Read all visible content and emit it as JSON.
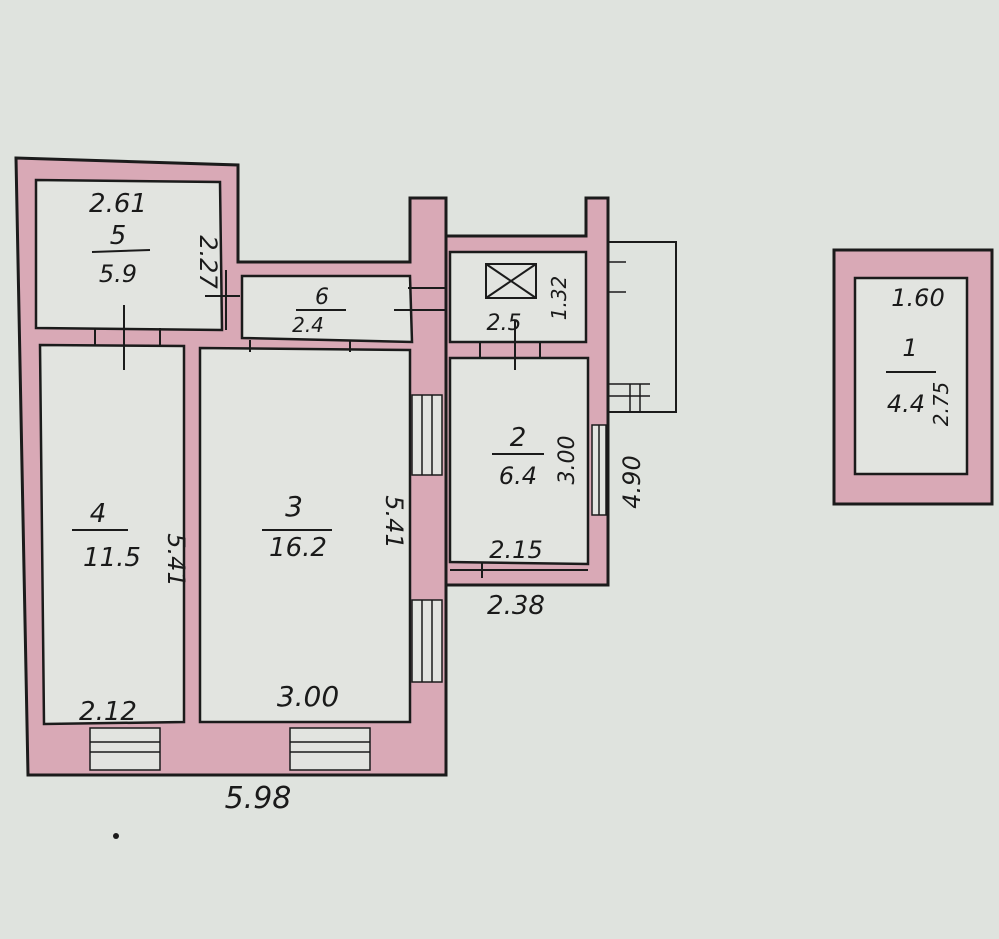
{
  "rooms": {
    "r1": {
      "number": "1",
      "area": "4.4"
    },
    "r2": {
      "number": "2",
      "area": "6.4"
    },
    "r3": {
      "number": "3",
      "area": "16.2"
    },
    "r4": {
      "number": "4",
      "area": "11.5"
    },
    "r5": {
      "number": "5",
      "area": "5.9"
    },
    "r6": {
      "number": "6",
      "area": "2.4"
    },
    "r7": {
      "area": "2.5"
    }
  },
  "dimensions": {
    "d_261": "2.61",
    "d_227": "2.27",
    "d_132": "1.32",
    "d_300_r2": "3.00",
    "d_490": "4.90",
    "d_215": "2.15",
    "d_238": "2.38",
    "d_541_r4": "5.41",
    "d_541_r3": "5.41",
    "d_212": "2.12",
    "d_300_bottom": "3.00",
    "d_598": "5.98",
    "d_160": "1.60",
    "d_275": "2.75"
  }
}
